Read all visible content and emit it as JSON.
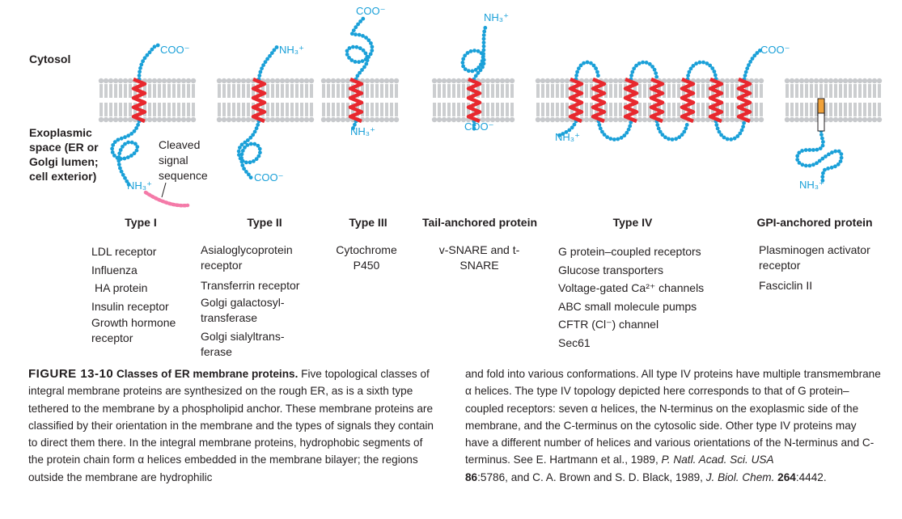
{
  "labels": {
    "cytosol": "Cytosol",
    "exoplasmic": "Exoplasmic space (ER or Golgi lumen; cell exterior)",
    "cleaved": "Cleaved signal sequence"
  },
  "termini": {
    "coo": "COO⁻",
    "nh3": "NH₃⁺"
  },
  "types": [
    {
      "title": "Type I",
      "examples": [
        "LDL receptor",
        "Influenza",
        "HA protein",
        "Insulin receptor",
        "Growth hormone receptor"
      ]
    },
    {
      "title": "Type II",
      "examples": [
        "Asialoglycoprotein receptor",
        "Transferrin receptor",
        "Golgi galactosyl-transferase",
        "Golgi sialyltrans-ferase"
      ]
    },
    {
      "title": "Type III",
      "examples": [
        "Cytochrome P450"
      ]
    },
    {
      "title": "Tail-anchored protein",
      "examples": [
        "v-SNARE and t-SNARE"
      ]
    },
    {
      "title": "Type IV",
      "examples": [
        "G protein–coupled receptors",
        "Glucose transporters",
        "Voltage-gated Ca²⁺ channels",
        "ABC small molecule pumps",
        "CFTR (Cl⁻) channel",
        "Sec61"
      ]
    },
    {
      "title": "GPI-anchored protein",
      "examples": [
        "Plasminogen activator receptor",
        "Fasciclin II"
      ]
    }
  ],
  "caption": {
    "figure_number": "FIGURE 13-10",
    "title": "Classes of ER membrane proteins.",
    "left_text": "Five topological classes of integral membrane proteins are synthesized on the rough ER, as is a sixth type tethered to the membrane by a phospholipid anchor. These membrane proteins are classified by their orientation in the membrane and the types of signals they contain to direct them there. In the integral membrane proteins, hydrophobic segments of the protein chain form α helices embedded in the membrane bilayer; the regions outside the membrane are hydrophilic",
    "right_text_1": "and fold into various conformations. All type IV proteins have multiple transmembrane α helices. The type IV topology depicted here corresponds to that of G protein–coupled receptors: seven α helices, the N-terminus on the exoplasmic side of the membrane, and the C-terminus on the cytosolic side. Other type IV proteins may have a different number of helices and various orientations of the N-terminus and C-terminus. See E. Hartmann et al., 1989, ",
    "ref1_journal": "P. Natl. Acad. Sci. USA",
    "ref1_volume": "86",
    "ref1_pages": ":5786, and C. A. Brown and S. D. Black, 1989, ",
    "ref2_journal": "J. Biol. Chem.",
    "ref2_volume": "264",
    "ref2_pages": ":4442."
  },
  "colors": {
    "chain": "#1aa0d8",
    "helix": "#e8282e",
    "signal": "#f47aa8",
    "lipid_head": "#c7c9cc",
    "lipid_tail": "#9a9ca0",
    "gpi_anchor": "#f0a23a"
  }
}
